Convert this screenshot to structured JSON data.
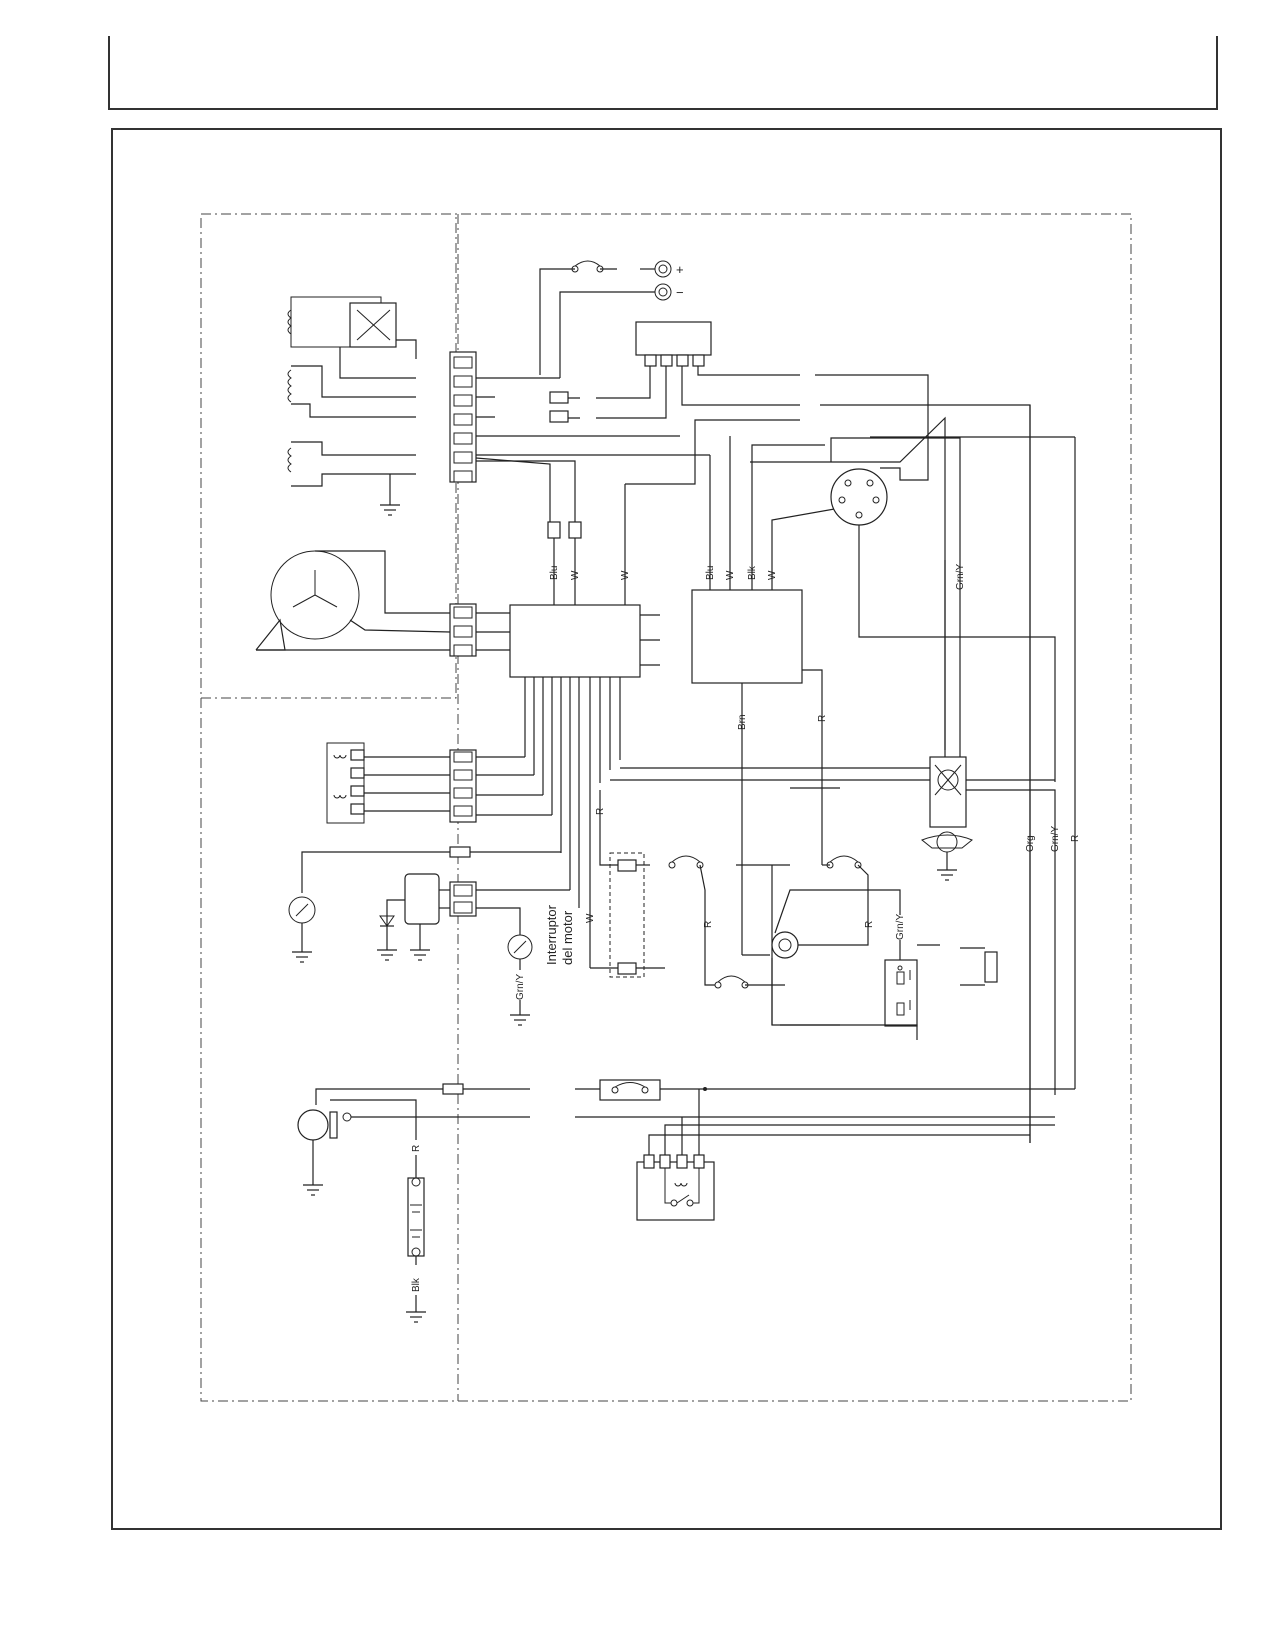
{
  "terminals": {
    "plus": "+",
    "minus": "−"
  },
  "labels": {
    "blu_1": "Blu",
    "w_1": "W",
    "w_2": "W",
    "blu_2": "Blu",
    "w_3": "W",
    "blk_1": "Blk",
    "w_4": "W",
    "grn_y_top": "Grn/Y",
    "brn": "Brn",
    "r_1": "R",
    "r_2": "R",
    "r_3": "R",
    "r_4": "R",
    "w_5": "W",
    "grn_y_mid": "Grn/Y",
    "grn_y_ground": "Grn/Y",
    "org": "Org",
    "grn_y_right": "Grn/Y",
    "r_right": "R",
    "r_starter": "R",
    "blk_battery": "Blk"
  },
  "engine_switch": {
    "line1": "Interruptor",
    "line2": "del motor"
  }
}
